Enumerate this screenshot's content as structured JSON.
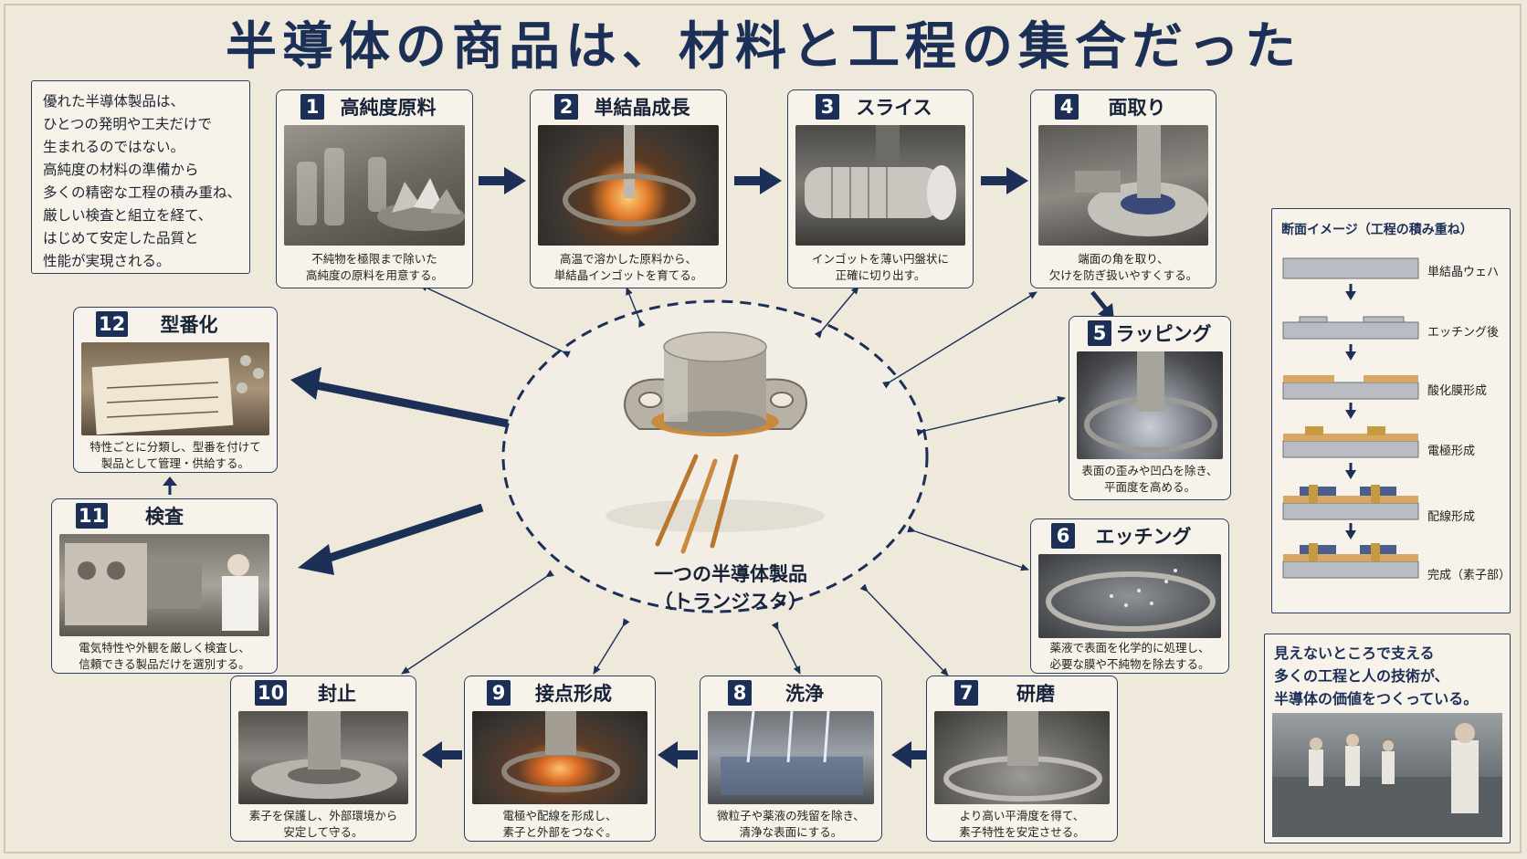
{
  "title": "半導体の商品は、材料と工程の集合だった",
  "intro_lines": [
    "優れた半導体製品は、",
    "ひとつの発明や工夫だけで",
    "生まれるのではない。",
    "高純度の材料の準備から",
    "多くの精密な工程の積み重ね、",
    "厳しい検査と組立を経て、",
    "はじめて安定した品質と",
    "性能が実現される。"
  ],
  "steps": [
    {
      "num": "1",
      "title": "高純度原料",
      "caption": [
        "不純物を極限まで除いた",
        "高純度の原料を用意する。"
      ]
    },
    {
      "num": "2",
      "title": "単結晶成長",
      "caption": [
        "高温で溶かした原料から、",
        "単結晶インゴットを育てる。"
      ]
    },
    {
      "num": "3",
      "title": "スライス",
      "caption": [
        "インゴットを薄い円盤状に",
        "正確に切り出す。"
      ]
    },
    {
      "num": "4",
      "title": "面取り",
      "caption": [
        "端面の角を取り、",
        "欠けを防ぎ扱いやすくする。"
      ]
    },
    {
      "num": "5",
      "title": "ラッピング",
      "caption": [
        "表面の歪みや凹凸を除き、",
        "平面度を高める。"
      ]
    },
    {
      "num": "6",
      "title": "エッチング",
      "caption": [
        "薬液で表面を化学的に処理し、",
        "必要な膜や不純物を除去する。"
      ]
    },
    {
      "num": "7",
      "title": "研磨",
      "caption": [
        "より高い平滑度を得て、",
        "素子特性を安定させる。"
      ]
    },
    {
      "num": "8",
      "title": "洗浄",
      "caption": [
        "微粒子や薬液の残留を除き、",
        "清浄な表面にする。"
      ]
    },
    {
      "num": "9",
      "title": "接点形成",
      "caption": [
        "電極や配線を形成し、",
        "素子と外部をつなぐ。"
      ]
    },
    {
      "num": "10",
      "title": "封止",
      "caption": [
        "素子を保護し、外部環境から",
        "安定して守る。"
      ]
    },
    {
      "num": "11",
      "title": "検査",
      "caption": [
        "電気特性や外観を厳しく検査し、",
        "信頼できる製品だけを選別する。"
      ]
    },
    {
      "num": "12",
      "title": "型番化",
      "caption": [
        "特性ごとに分類し、型番を付けて",
        "製品として管理・供給する。"
      ]
    }
  ],
  "center": {
    "line1": "一つの半導体製品",
    "line2": "（トランジスタ）"
  },
  "section": {
    "title": "断面イメージ（工程の積み重ね）",
    "layers": [
      "単結晶ウェハ",
      "エッチング後",
      "酸化膜形成",
      "電極形成",
      "配線形成",
      "完成（素子部）"
    ]
  },
  "message": [
    "見えないところで支える",
    "多くの工程と人の技術が、",
    "半導体の価値をつくっている。"
  ],
  "colors": {
    "navy": "#1b2f57",
    "paper": "#efe9dc",
    "copper": "#c98a3d"
  }
}
